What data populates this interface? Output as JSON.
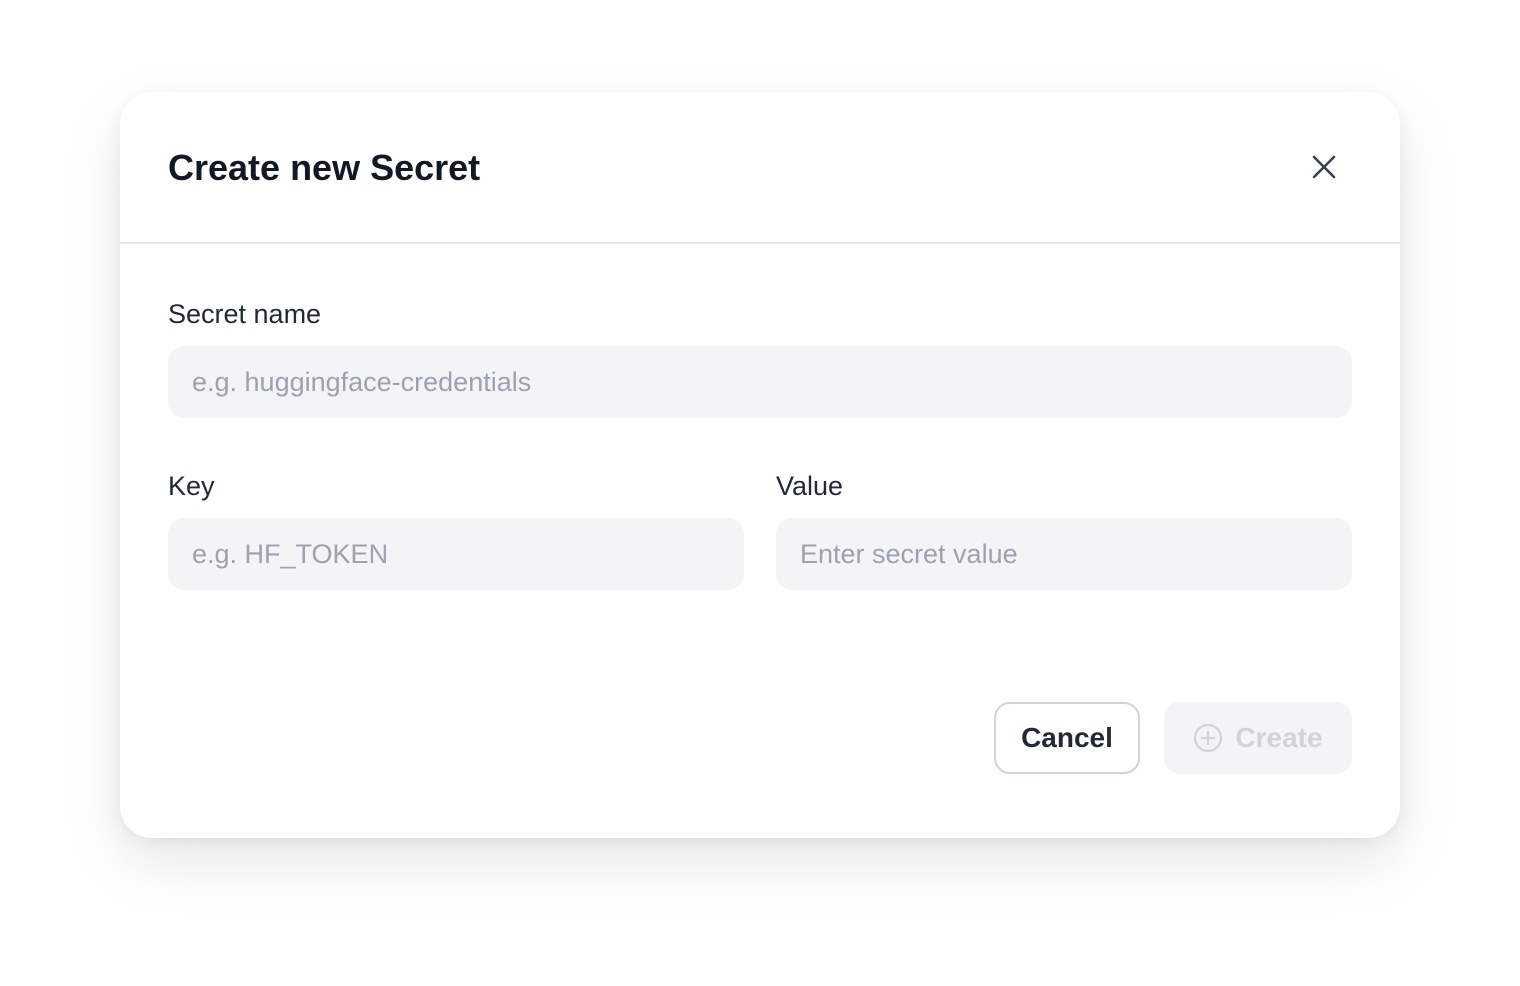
{
  "dialog": {
    "title": "Create new Secret",
    "close_icon": "close-icon"
  },
  "form": {
    "secret_name": {
      "label": "Secret name",
      "value": "",
      "placeholder": "e.g. huggingface-credentials"
    },
    "key": {
      "label": "Key",
      "value": "",
      "placeholder": "e.g. HF_TOKEN"
    },
    "value": {
      "label": "Value",
      "value": "",
      "placeholder": "Enter secret value"
    }
  },
  "actions": {
    "cancel_label": "Cancel",
    "create_label": "Create",
    "create_icon": "plus-circle-icon",
    "create_disabled": true
  },
  "colors": {
    "title": "#111827",
    "label": "#1f2937",
    "input_bg": "#f3f4f6",
    "placeholder": "#9ca3af",
    "divider": "#e5e7eb",
    "disabled_text": "#d1d5db"
  }
}
